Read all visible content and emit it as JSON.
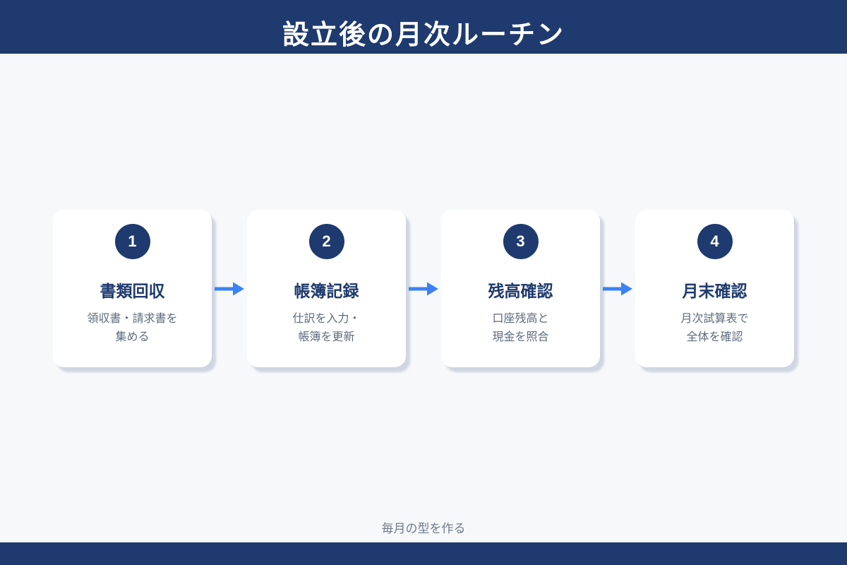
{
  "header": {
    "title": "設立後の月次ルーチン"
  },
  "steps": [
    {
      "number": "1",
      "title": "書類回収",
      "description": "領収書・請求書を\n集める"
    },
    {
      "number": "2",
      "title": "帳簿記録",
      "description": "仕訳を入力・\n帳簿を更新"
    },
    {
      "number": "3",
      "title": "残高確認",
      "description": "口座残高と\n現金を照合"
    },
    {
      "number": "4",
      "title": "月末確認",
      "description": "月次試算表で\n全体を確認"
    }
  ],
  "footer": {
    "caption": "毎月の型を作る"
  },
  "colors": {
    "navy": "#1e3a6e",
    "arrow": "#3b82f6",
    "background": "#f7f8fa",
    "card": "#ffffff",
    "desc": "#5d6b7e",
    "caption": "#6e7a8a"
  }
}
